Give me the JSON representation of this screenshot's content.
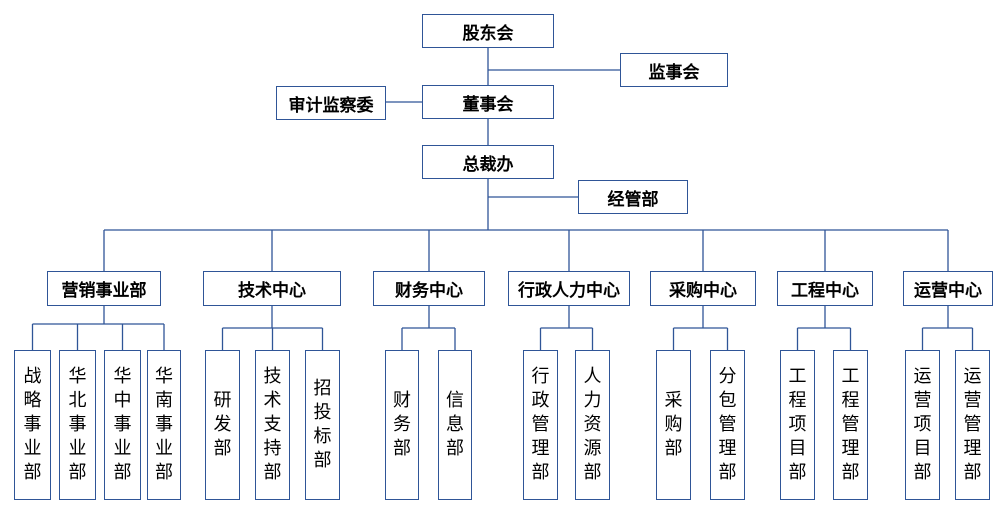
{
  "diagram": {
    "top": [
      {
        "id": "shareholders",
        "label": "股东会"
      },
      {
        "id": "supervisors",
        "label": "监事会"
      },
      {
        "id": "audit",
        "label": "审计监察委"
      },
      {
        "id": "board",
        "label": "董事会"
      },
      {
        "id": "ceo-office",
        "label": "总裁办"
      },
      {
        "id": "operations-dept",
        "label": "经管部"
      }
    ],
    "centers": [
      {
        "id": "bu",
        "label": "营销事业部",
        "departments": [
          "战略事业部",
          "华北事业部",
          "华中事业部",
          "华南事业部"
        ]
      },
      {
        "id": "tech",
        "label": "技术中心",
        "departments": [
          "研发部",
          "技术支持部",
          "招投标部"
        ]
      },
      {
        "id": "finance",
        "label": "财务中心",
        "departments": [
          "财务部",
          "信息部"
        ]
      },
      {
        "id": "admin-hr",
        "label": "行政人力中心",
        "departments": [
          "行政管理部",
          "人力资源部"
        ]
      },
      {
        "id": "purchasing",
        "label": "采购中心",
        "departments": [
          "采购部",
          "分包管理部"
        ]
      },
      {
        "id": "engineering",
        "label": "工程中心",
        "departments": [
          "工程项目部",
          "工程管理部"
        ]
      },
      {
        "id": "operations",
        "label": "运营中心",
        "departments": [
          "运营项目部",
          "运营管理部"
        ]
      }
    ]
  }
}
